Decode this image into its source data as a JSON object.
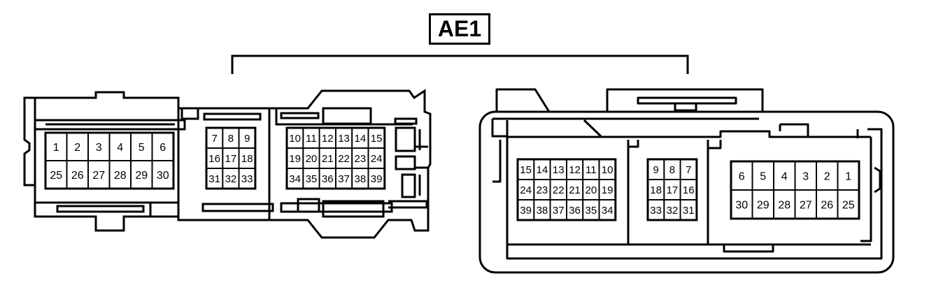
{
  "title": "AE1",
  "colors": {
    "stroke": "#000000",
    "background": "#ffffff"
  },
  "left_connector": {
    "block_a": {
      "rows": [
        [
          "1",
          "2",
          "3",
          "4",
          "5",
          "6"
        ],
        [
          "25",
          "26",
          "27",
          "28",
          "29",
          "30"
        ]
      ]
    },
    "block_b": {
      "rows": [
        [
          "7",
          "8",
          "9"
        ],
        [
          "16",
          "17",
          "18"
        ],
        [
          "31",
          "32",
          "33"
        ]
      ]
    },
    "block_c": {
      "rows": [
        [
          "10",
          "11",
          "12",
          "13",
          "14",
          "15"
        ],
        [
          "19",
          "20",
          "21",
          "22",
          "23",
          "24"
        ],
        [
          "34",
          "35",
          "36",
          "37",
          "38",
          "39"
        ]
      ]
    }
  },
  "right_connector": {
    "block_a": {
      "rows": [
        [
          "15",
          "14",
          "13",
          "12",
          "11",
          "10"
        ],
        [
          "24",
          "23",
          "22",
          "21",
          "20",
          "19"
        ],
        [
          "39",
          "38",
          "37",
          "36",
          "35",
          "34"
        ]
      ]
    },
    "block_b": {
      "rows": [
        [
          "9",
          "8",
          "7"
        ],
        [
          "18",
          "17",
          "16"
        ],
        [
          "33",
          "32",
          "31"
        ]
      ]
    },
    "block_c": {
      "rows": [
        [
          "6",
          "5",
          "4",
          "3",
          "2",
          "1"
        ],
        [
          "30",
          "29",
          "28",
          "27",
          "26",
          "25"
        ]
      ]
    }
  }
}
